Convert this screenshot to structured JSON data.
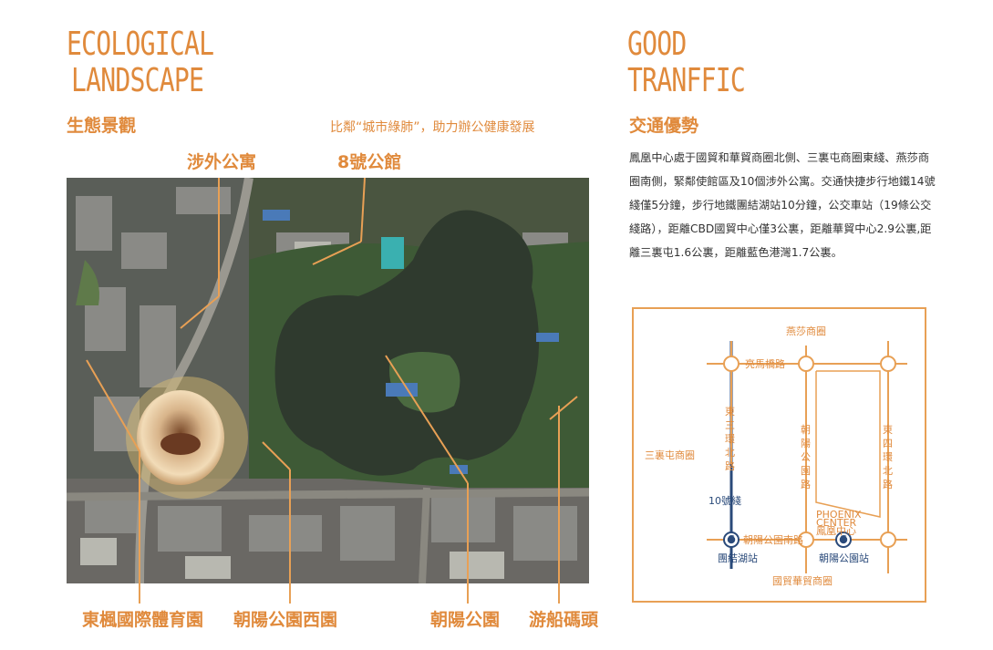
{
  "left": {
    "title_line1": "ECOLOGICAL",
    "title_line2": "LANDSCAPE",
    "subtitle": "生態景觀",
    "tagline": "比鄰“城市綠肺”，助力辦公健康發展",
    "labels": {
      "apartment": "涉外公寓",
      "building8": "8號公館",
      "sports_park": "東楓國際體育園",
      "west_park": "朝陽公園西園",
      "chaoyang_park": "朝陽公園",
      "boat_dock": "游船碼頭"
    }
  },
  "right": {
    "title_line1": "GOOD",
    "title_line2": "TRANFFIC",
    "subtitle": "交通優勢",
    "paragraph": "鳳凰中心處于國貿和華貿商圈北側、三裏屯商圈東綫、燕莎商圈南側，緊鄰使館區及10個涉外公寓。交通快捷步行地鐵14號綫僅5分鐘，步行地鐵團結湖站10分鐘，公交車站（19條公交綫路），距離CBD國貿中心僅3公裏，距離華貿中心2.9公裏,距離三裏屯1.6公裏，距離藍色港灣1.7公裏。"
  },
  "map": {
    "yansha": "燕莎商圈",
    "liangma_bridge": "亮馬橋路",
    "sanlitun": "三裏屯商圈",
    "east3_ring": [
      "東",
      "三",
      "環",
      "北",
      "路"
    ],
    "chaoyang_park_rd": [
      "朝",
      "陽",
      "公",
      "園",
      "路"
    ],
    "east4_ring": [
      "東",
      "四",
      "環",
      "北",
      "路"
    ],
    "line10": "10號綫",
    "phoenix_en1": "PHOENIX",
    "phoenix_en2": "CENTER",
    "phoenix_cn": "鳳凰中心",
    "south_rd": "朝陽公園南路",
    "station1": "團結湖站",
    "station2": "朝陽公園站",
    "guomao": "國貿華貿商圈",
    "metro_symbol": "G"
  },
  "colors": {
    "accent": "#e08a3c",
    "metro_blue": "#2a4a7a"
  }
}
